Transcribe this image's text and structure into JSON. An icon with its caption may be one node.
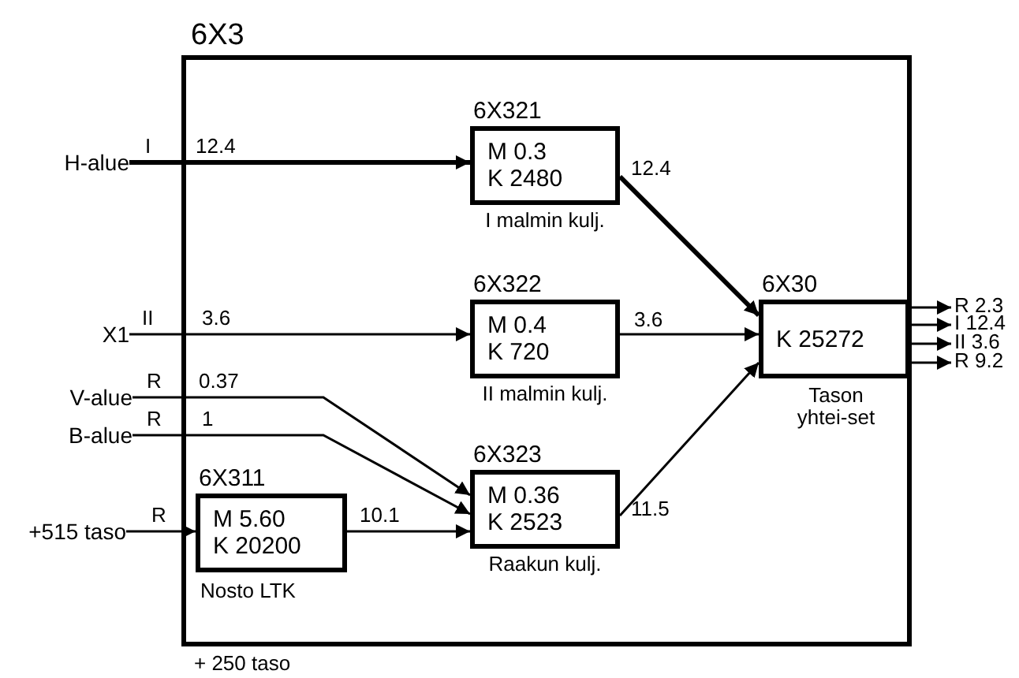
{
  "diagram": {
    "nodes": [
      {
        "text": [
          "6X3"
        ],
        "beside": [
          "+ 250 taso"
        ]
      },
      {
        "text": [
          "6X321",
          "M 0.3",
          "K 2480"
        ],
        "beside": [
          "I malmin kulj."
        ],
        "in": 0
      },
      {
        "text": [
          "6X322",
          "M 0.4",
          "K 720"
        ],
        "beside": [
          "II malmin kulj."
        ],
        "in": 0
      },
      {
        "text": [
          "6X323",
          "M 0.36",
          "K 2523"
        ],
        "beside": [
          "Raakun kulj."
        ],
        "in": 0
      },
      {
        "text": [
          "6X311",
          "M 5.60",
          "K 20200"
        ],
        "beside": [
          "Nosto LTK"
        ],
        "in": 0
      },
      {
        "text": [
          "6X30",
          "K 25272"
        ],
        "beside": [
          "Tason yhtei-set"
        ],
        "in": 0
      },
      {
        "text": [
          "H-alue"
        ]
      },
      {
        "text": [
          "X1"
        ]
      },
      {
        "text": [
          "V-alue"
        ]
      },
      {
        "text": [
          "B-alue"
        ]
      },
      {
        "text": [
          "+515 taso"
        ]
      }
    ],
    "edges": [
      {
        "from": 6,
        "to": 1,
        "arrow": "to",
        "label": "I",
        "style": "thick"
      },
      {
        "from": 7,
        "to": 2,
        "arrow": "to",
        "label": "II"
      },
      {
        "from": 8,
        "to": 3,
        "arrow": "to",
        "label": "R"
      },
      {
        "from": 9,
        "to": 3,
        "arrow": "to",
        "label": "R"
      },
      {
        "from": 10,
        "to": 4,
        "arrow": "to",
        "label": "R"
      },
      {
        "from": 4,
        "to": 3,
        "arrow": "to",
        "label": "10.1"
      },
      {
        "from": 1,
        "to": 5,
        "arrow": "to",
        "label": "12.4",
        "style": "thick"
      },
      {
        "from": 2,
        "to": 5,
        "arrow": "to",
        "label": "3.6"
      },
      {
        "from": 3,
        "to": 5,
        "arrow": "to",
        "label": "11.5"
      },
      {
        "from": 5,
        "to": null,
        "arrow": "to",
        "label": "R 2.3"
      },
      {
        "from": 5,
        "to": null,
        "arrow": "to",
        "label": "I 12.4"
      },
      {
        "from": 5,
        "to": null,
        "arrow": "to",
        "label": "II 3.6"
      },
      {
        "from": 5,
        "to": null,
        "arrow": "to",
        "label": "R 9.2"
      }
    ],
    "labels": [
      "12.4",
      "3.6",
      "0.37",
      "1"
    ]
  }
}
